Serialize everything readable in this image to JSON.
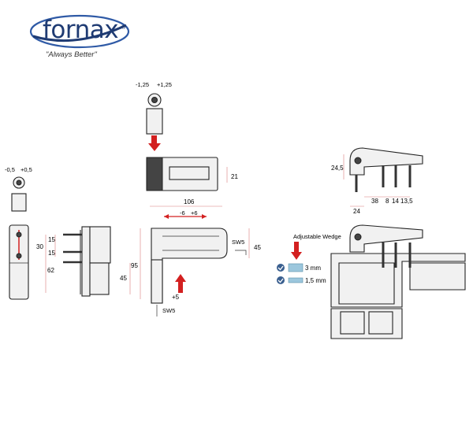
{
  "logo": {
    "brand": "fornax",
    "registered": "®",
    "tagline": "\"Always Better\"",
    "brand_color": "#1f3b73",
    "swoosh_color": "#2f5aa6"
  },
  "left_view": {
    "adj_minus": "-0,5",
    "adj_plus": "+0,5",
    "dims": {
      "d30": "30",
      "d15a": "15",
      "d15b": "15",
      "d62": "62",
      "d45": "45"
    }
  },
  "top_view": {
    "adj_minus": "-1,25",
    "adj_plus": "+1,25",
    "dims": {
      "d21": "21"
    }
  },
  "center_view": {
    "dims": {
      "d106": "106",
      "minus6": "-6",
      "plus6": "+6",
      "sw5_top": "SW5",
      "d45": "45",
      "d95": "95",
      "plus5": "+5",
      "sw5_bottom": "SW5"
    }
  },
  "right_view": {
    "dims": {
      "d24_5": "24,5",
      "d24": "24",
      "d38": "38",
      "d8": "8",
      "d14": "14",
      "d13_5": "13,5"
    },
    "wedge_title": "Adjustable Wedge",
    "wedge_3mm": "3 mm",
    "wedge_1_5mm": "1,5 mm",
    "check_color": "#3a5f8f",
    "wedge_color": "#9cc7dd"
  },
  "colors": {
    "arrow": "#d32020",
    "dimension": "#d97b7b"
  }
}
